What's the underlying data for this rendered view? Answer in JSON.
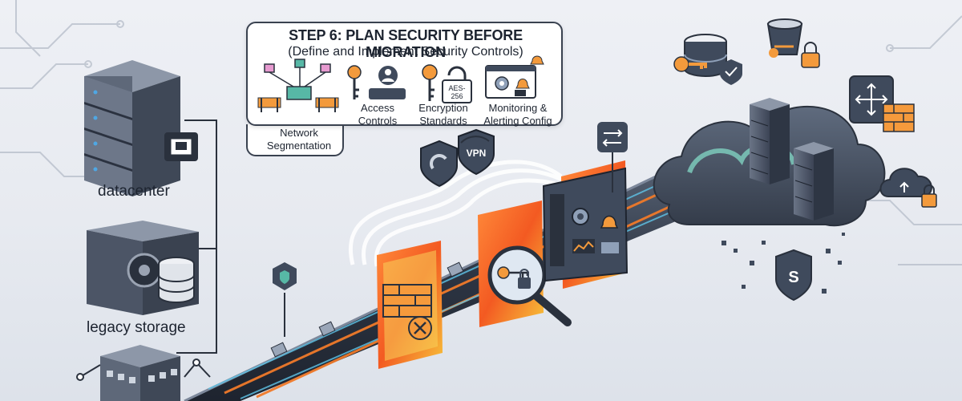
{
  "callout": {
    "title": "STEP 6: PLAN SECURITY BEFORE MIGRATION",
    "subtitle": "(Define and Implement Security Controls)",
    "controls": [
      {
        "label_line1": "Network",
        "label_line2": "Segmentation",
        "icon": "network-segmentation-icon"
      },
      {
        "label_line1": "Access",
        "label_line2": "Controls",
        "icon": "access-controls-icon"
      },
      {
        "label_line1": "Encryption",
        "label_line2": "Standards",
        "icon": "encryption-icon",
        "badge_line1": "AES-",
        "badge_line2": "256"
      },
      {
        "label_line1": "Monitoring &",
        "label_line2": "Alerting Config",
        "icon": "monitoring-icon"
      }
    ]
  },
  "sources": {
    "datacenter_label": "datacenter",
    "legacy_storage_label": "legacy storage"
  },
  "pipeline": {
    "vpn_label": "VPN",
    "gates": [
      "firewall",
      "key-inspection",
      "monitoring-dashboard"
    ]
  },
  "cloud": {
    "shield_letter": "S"
  },
  "colors": {
    "accent_orange": "#f07a2a",
    "gate_glow": "#ff5a1f",
    "dark_slate": "#3f4a5c",
    "teal": "#57b8a6",
    "key_orange": "#f39a3c"
  }
}
